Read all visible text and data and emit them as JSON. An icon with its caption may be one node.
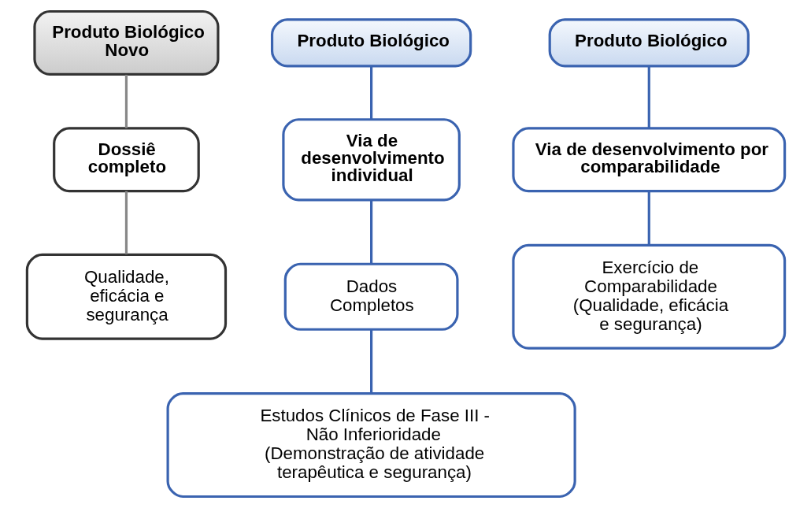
{
  "diagram": {
    "nodes": [
      {
        "text": [
          "Produto Biológico Novo"
        ]
      },
      {
        "text": [
          "Dossiê completo"
        ]
      },
      {
        "text": [
          "Qualidade, eficácia e segurança"
        ]
      },
      {
        "text": [
          "Produto Biológico"
        ]
      },
      {
        "text": [
          "Via de desenvolvimento individual"
        ]
      },
      {
        "text": [
          "Dados Completos"
        ]
      },
      {
        "text": [
          "Estudos Clínicos de Fase III - Não Inferioridade",
          "(Demonstração de atividade terapêutica e segurança)"
        ]
      },
      {
        "text": [
          "Produto Biológico"
        ]
      },
      {
        "text": [
          "Via de desenvolvimento por comparabilidade"
        ]
      },
      {
        "text": [
          "Exercício de Comparabilidade",
          "(Qualidade, eficácia e segurança)"
        ]
      }
    ],
    "edges": [
      {
        "from": 0,
        "to": 1,
        "arrow": "none",
        "color": "#888888"
      },
      {
        "from": 1,
        "to": 2,
        "arrow": "none",
        "color": "#888888"
      },
      {
        "from": 3,
        "to": 4,
        "arrow": "none"
      },
      {
        "from": 4,
        "to": 5,
        "arrow": "none"
      },
      {
        "from": 5,
        "to": 6,
        "arrow": "none"
      },
      {
        "from": 7,
        "to": 8,
        "arrow": "none"
      },
      {
        "from": 8,
        "to": 9,
        "arrow": "none"
      }
    ]
  }
}
